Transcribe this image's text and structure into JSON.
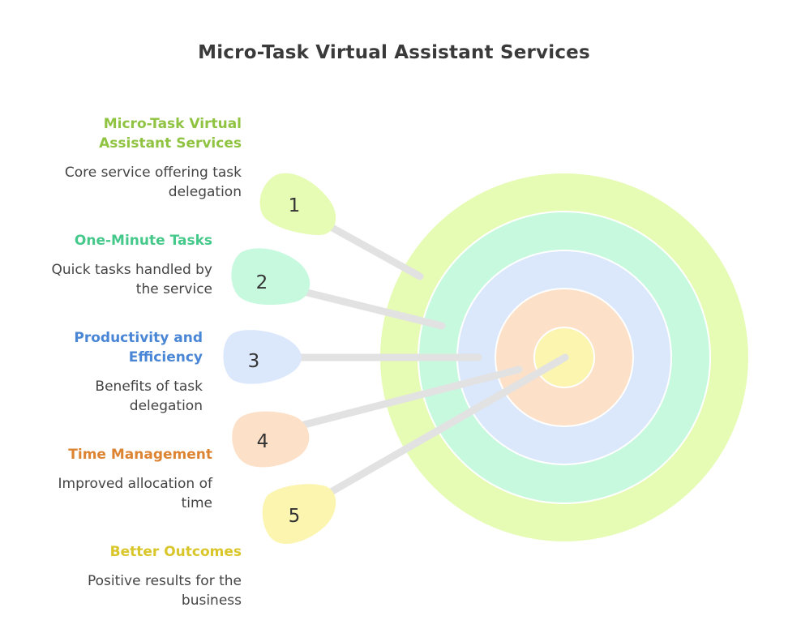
{
  "title": "Micro-Task Virtual Assistant Services",
  "items": [
    {
      "number": "1",
      "heading": "Micro-Task Virtual Assistant Services",
      "description": "Core service offering task delegation",
      "color": "#8fc341",
      "fill": "#e6fbb4"
    },
    {
      "number": "2",
      "heading": "One-Minute Tasks",
      "description": "Quick tasks handled by the service",
      "color": "#45c98a",
      "fill": "#c7f9df"
    },
    {
      "number": "3",
      "heading": "Productivity and Efficiency",
      "description": "Benefits of task delegation",
      "color": "#4a86d6",
      "fill": "#dbe7fb"
    },
    {
      "number": "4",
      "heading": "Time Management",
      "description": "Improved allocation of time",
      "color": "#dd8433",
      "fill": "#fde0c8"
    },
    {
      "number": "5",
      "heading": "Better Outcomes",
      "description": "Positive results for the business",
      "color": "#d9c62a",
      "fill": "#fbf5b0"
    }
  ]
}
